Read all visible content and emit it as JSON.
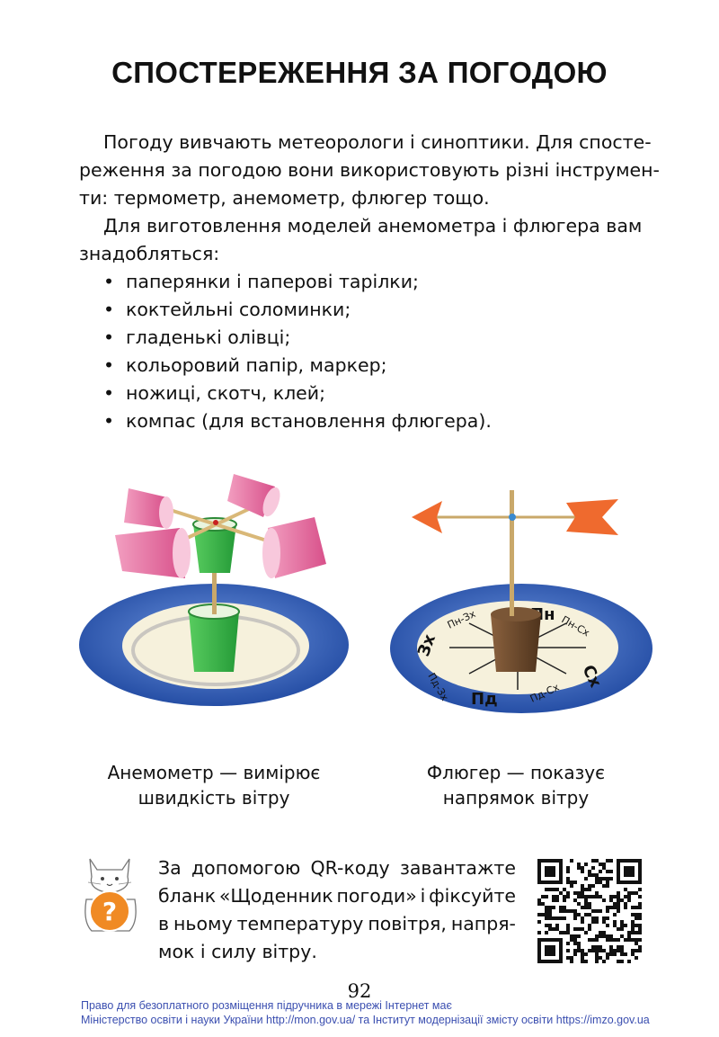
{
  "title": "СПОСТЕРЕЖЕННЯ ЗА ПОГОДОЮ",
  "paragraph1": [
    "Погоду вивчають метеорологи і синоптики. Для спосте-",
    "реження за погодою вони використовують різні інструмен-",
    "ти: термометр, анемометр, флюгер тощо."
  ],
  "paragraph2": [
    "Для виготовлення моделей анемометра і флюгера вам",
    "знадобляться:"
  ],
  "materials": [
    "паперянки і паперові тарілки;",
    "коктейльні соломинки;",
    "гладенькі олівці;",
    "кольоровий папір, маркер;",
    "ножиці, скотч, клей;",
    "компас (для встановлення флюгера)."
  ],
  "bullet": "•",
  "anemometer_caption": [
    "Анемометр — вимірює",
    "швидкість вітру"
  ],
  "weathervane_caption": [
    "Флюгер — показує",
    "напрямок вітру"
  ],
  "directions": {
    "n": "Пн",
    "s": "Пд",
    "e": "Сх",
    "w": "Зх",
    "nw": "Пн-Зх",
    "ne": "Пн-Сх",
    "sw": "Пд-Зх",
    "se": "Пд-Сх"
  },
  "qr_hint_icon": "?",
  "qr_text": [
    [
      "За",
      "допомогою",
      "QR-коду",
      "завантажте"
    ],
    [
      "бланк",
      "«Щоденник",
      "погоди»",
      "і",
      "фіксуйте"
    ],
    [
      "в",
      "ньому",
      "температуру",
      "повітря,",
      "напря-"
    ],
    [
      "мок і силу вітру."
    ]
  ],
  "page_number": "92",
  "footer": [
    "Право для безоплатного розміщення підручника в мережі Інтернет має",
    "Міністерство освіти і науки України http://mon.gov.ua/ та Інститут модернізації змісту освіти https://imzo.gov.ua"
  ],
  "colors": {
    "plate_blue": "#2f5fb8",
    "plate_cream": "#f6f1dc",
    "cup_pink": "#e46a9a",
    "cup_green": "#3cb34a",
    "cup_brown": "#6e4a2e",
    "arrow_orange": "#ef6a2e",
    "hint_orange": "#f08a24",
    "footer_blue": "#3b4fb0"
  }
}
